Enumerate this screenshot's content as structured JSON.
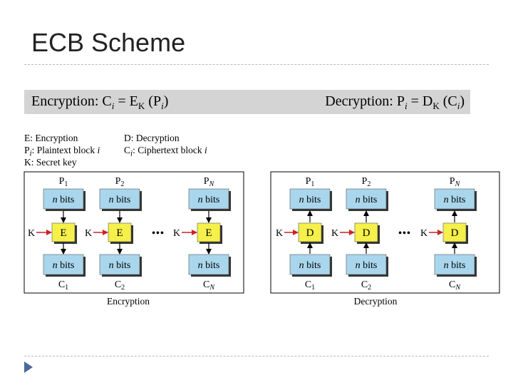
{
  "title": "ECB Scheme",
  "formula": {
    "encryption": {
      "prefix": "Encryption: C",
      "sub1": "i",
      "mid": " = E",
      "sub2": "K",
      "paren": " (P",
      "sub3": "i",
      "close": ")"
    },
    "decryption": {
      "prefix": "Decryption: P",
      "sub1": "i",
      "mid": " = D",
      "sub2": "K",
      "paren": " (C",
      "sub3": "i",
      "close": ")"
    }
  },
  "legend": {
    "col1": [
      {
        "symbol": "E",
        "text": ": Encryption"
      },
      {
        "symbol": "P",
        "sub": "i",
        "text": ": Plaintext block ",
        "italic_tail": "i"
      },
      {
        "symbol": "K",
        "text": ": Secret key"
      }
    ],
    "col2": [
      {
        "symbol": "D",
        "text": ":  Decryption"
      },
      {
        "symbol": "C",
        "sub": "i",
        "text": ": Ciphertext block ",
        "italic_tail": "i"
      }
    ]
  },
  "colors": {
    "box_blue": "#a9d6ec",
    "box_yellow": "#f5f04a",
    "shadow": "#333333",
    "key_arrow": "#cc2222",
    "formula_bar": "#d4d4d4"
  },
  "diagrams": [
    {
      "caption": "Encryption",
      "func": "E",
      "top_labels": [
        {
          "l": "P",
          "s": "1"
        },
        {
          "l": "P",
          "s": "2"
        },
        {
          "l": "P",
          "s": "N"
        }
      ],
      "bottom_labels": [
        {
          "l": "C",
          "s": "1"
        },
        {
          "l": "C",
          "s": "2"
        },
        {
          "l": "C",
          "s": "N"
        }
      ],
      "box_text": "n bits",
      "key": "K",
      "ellipsis": "•••"
    },
    {
      "caption": "Decryption",
      "func": "D",
      "top_labels": [
        {
          "l": "P",
          "s": "1"
        },
        {
          "l": "P",
          "s": "2"
        },
        {
          "l": "P",
          "s": "N"
        }
      ],
      "bottom_labels": [
        {
          "l": "C",
          "s": "1"
        },
        {
          "l": "C",
          "s": "2"
        },
        {
          "l": "C",
          "s": "N"
        }
      ],
      "box_text": "n bits",
      "key": "K",
      "ellipsis": "•••"
    }
  ]
}
